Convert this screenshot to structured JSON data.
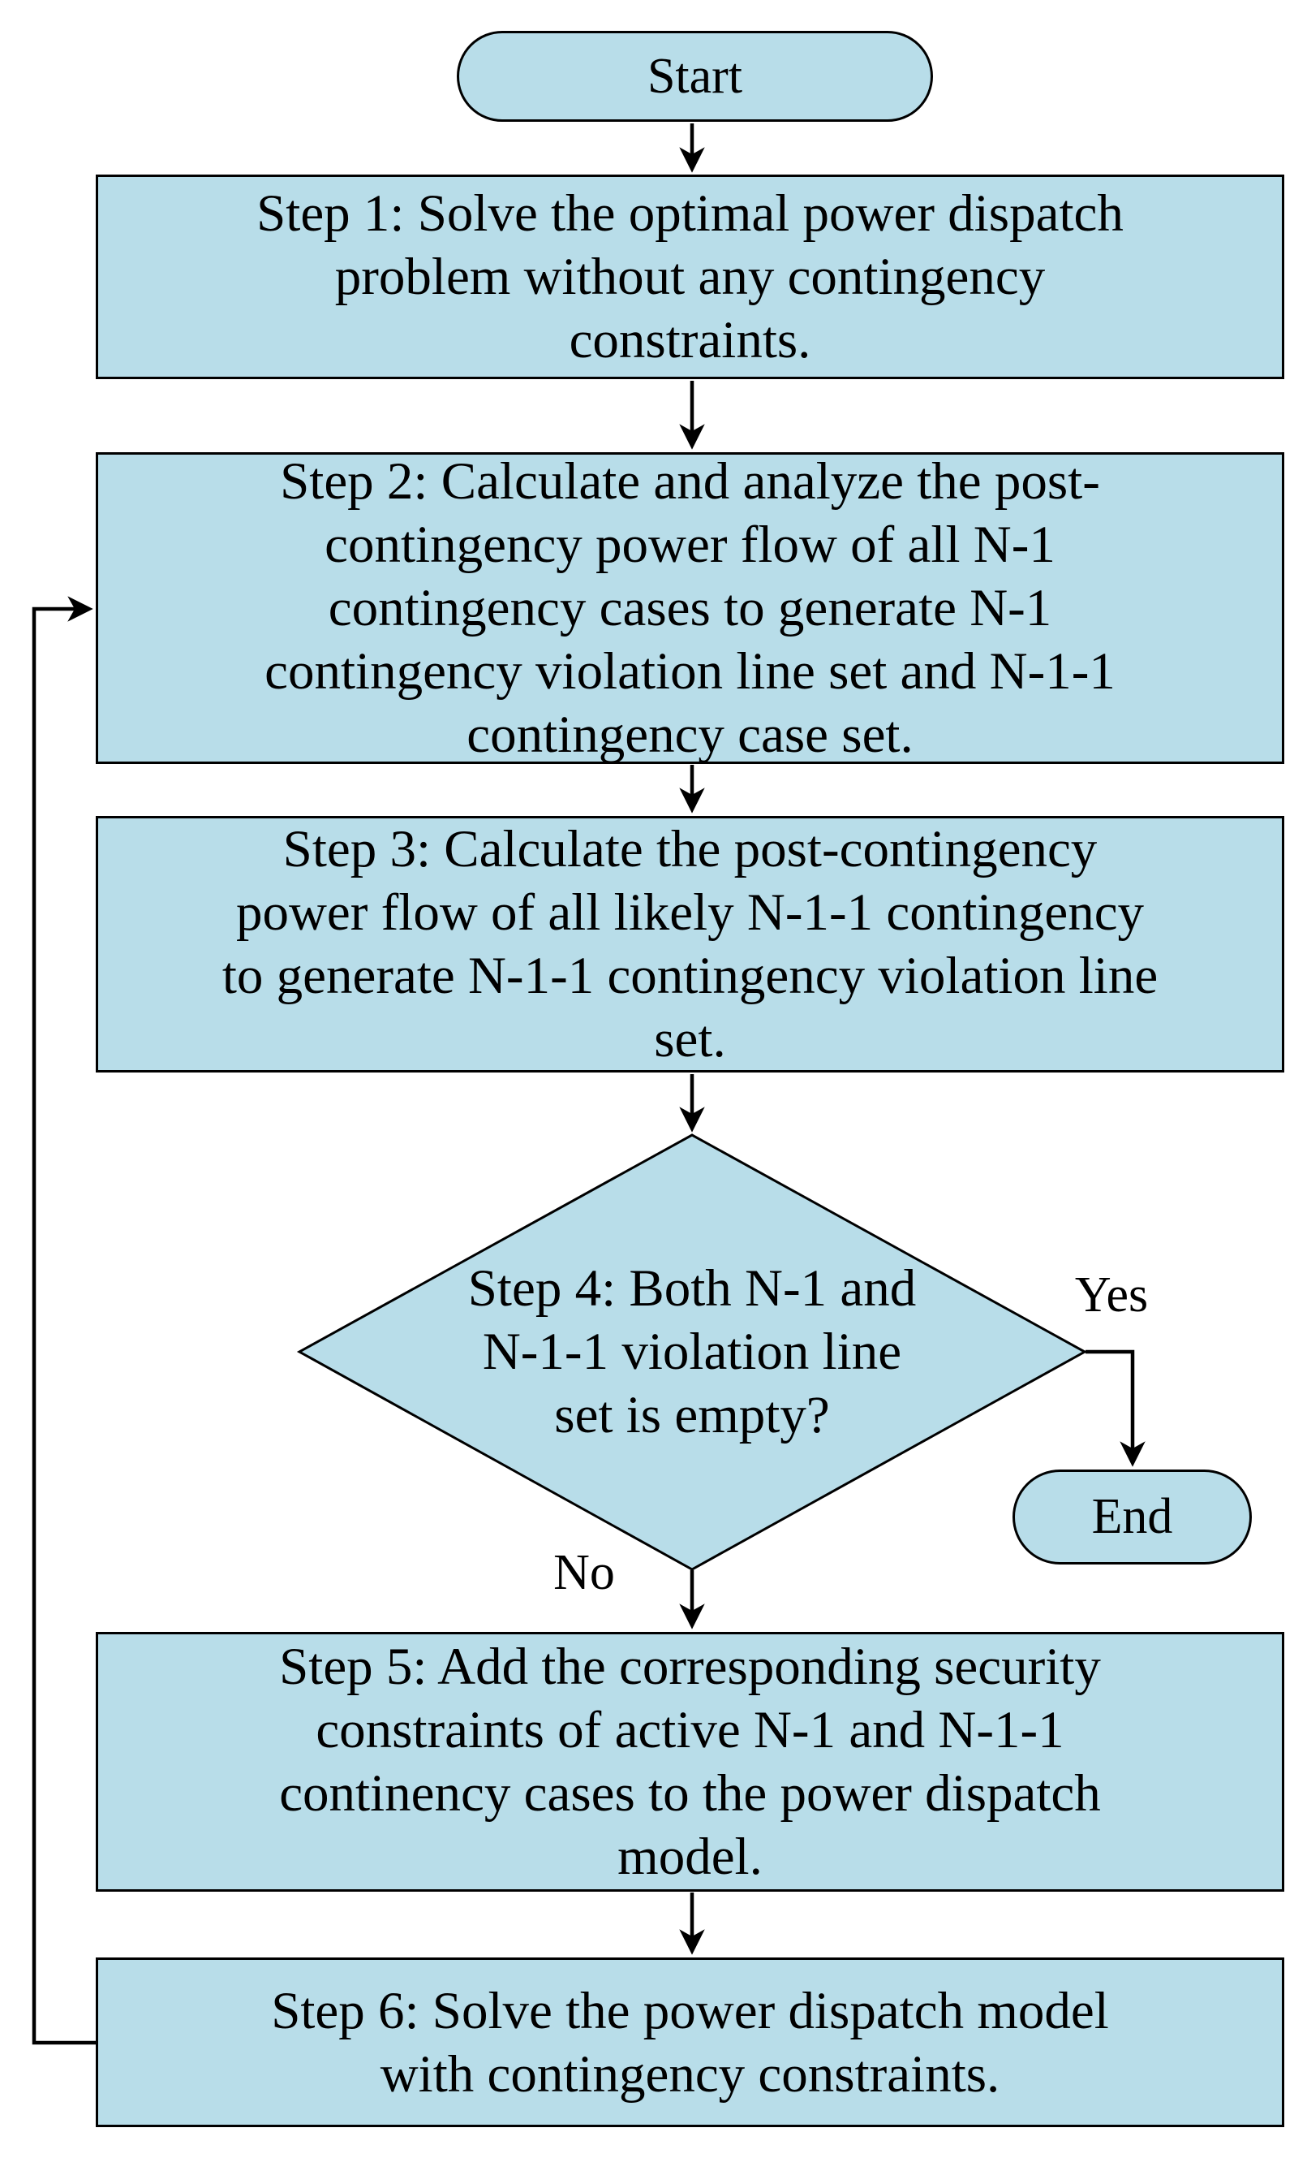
{
  "flowchart": {
    "start": {
      "label": "Start"
    },
    "steps": [
      {
        "id": "step-1",
        "text": "Step 1: Solve the optimal power dispatch\nproblem without any contingency\nconstraints."
      },
      {
        "id": "step-2",
        "text": "Step 2: Calculate and analyze the post-\ncontingency power flow of all N-1\ncontingency cases to generate N-1\ncontingency violation line set and N-1-1\ncontingency case set."
      },
      {
        "id": "step-3",
        "text": "Step 3: Calculate the post-contingency\npower flow of all likely N-1-1 contingency\nto generate N-1-1 contingency violation line\nset."
      },
      {
        "id": "step-5",
        "text": "Step 5: Add the corresponding security\nconstraints of active N-1 and N-1-1\ncontinency cases to the power dispatch\nmodel."
      },
      {
        "id": "step-6",
        "text": "Step 6: Solve the power dispatch model\nwith contingency constraints."
      }
    ],
    "decision": {
      "text": "Step 4: Both N-1 and\nN-1-1 violation line\nset is empty?",
      "yes_label": "Yes",
      "no_label": "No"
    },
    "end": {
      "label": "End"
    },
    "colors": {
      "node_fill": "#b8dde9",
      "node_border": "#000000",
      "connector": "#000000"
    }
  }
}
